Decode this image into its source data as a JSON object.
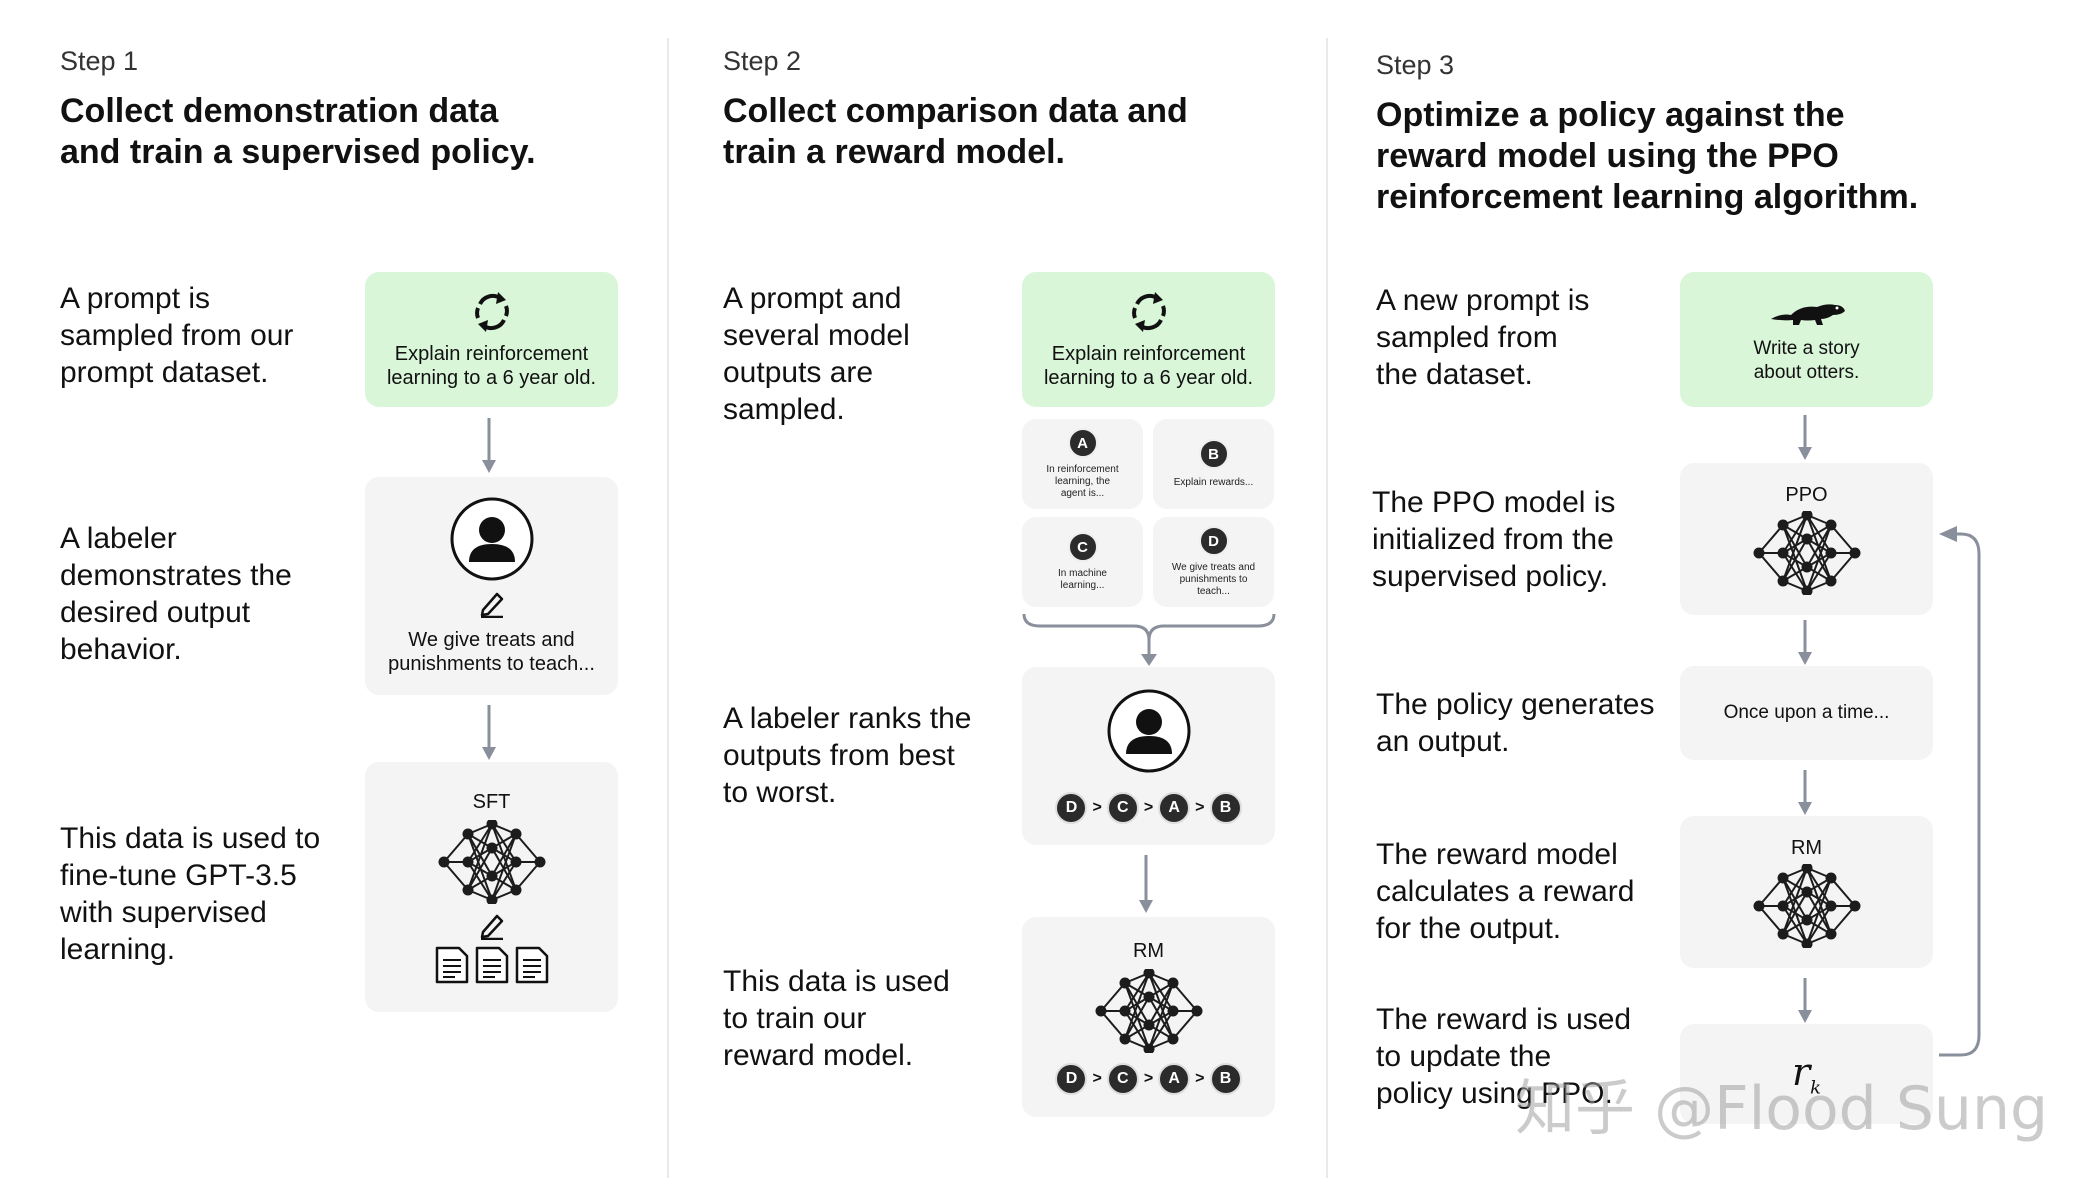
{
  "step1": {
    "step_label": "Step 1",
    "title_line1": "Collect demonstration data",
    "title_line2": "and train a supervised policy.",
    "desc1": [
      "A prompt is",
      "sampled from our",
      "prompt dataset."
    ],
    "desc2": [
      "A labeler",
      "demonstrates the",
      "desired output",
      "behavior."
    ],
    "desc3": [
      "This data is used to",
      "fine-tune GPT-3.5",
      "with supervised",
      "learning."
    ],
    "prompt_box": [
      "Explain reinforcement",
      "learning to a 6 year old."
    ],
    "demo_box": [
      "We give treats and",
      "punishments to teach..."
    ],
    "model_label": "SFT"
  },
  "step2": {
    "step_label": "Step 2",
    "title_line1": "Collect comparison data and",
    "title_line2": "train a reward model.",
    "desc1": [
      "A prompt and",
      "several model",
      "outputs are",
      "sampled."
    ],
    "desc2": [
      "A labeler ranks the",
      "outputs from best",
      "to worst."
    ],
    "desc3": [
      "This data is used",
      "to train our",
      "reward model."
    ],
    "prompt_box": [
      "Explain reinforcement",
      "learning to a 6 year old."
    ],
    "outputs": [
      {
        "letter": "A",
        "text": [
          "In reinforcement",
          "learning, the",
          "agent is..."
        ]
      },
      {
        "letter": "B",
        "text": [
          "Explain rewards..."
        ]
      },
      {
        "letter": "C",
        "text": [
          "In machine",
          "learning..."
        ]
      },
      {
        "letter": "D",
        "text": [
          "We give treats and",
          "punishments to",
          "teach..."
        ]
      }
    ],
    "ranking": [
      "D",
      ">",
      "C",
      ">",
      "A",
      ">",
      "B"
    ],
    "model_label": "RM"
  },
  "step3": {
    "step_label": "Step 3",
    "title_line1": "Optimize a policy against the",
    "title_line2": "reward model using the PPO",
    "title_line3": "reinforcement learning algorithm.",
    "desc1": [
      "A new prompt is",
      "sampled from",
      "the dataset."
    ],
    "desc2": [
      "The PPO model is",
      "initialized from the",
      "supervised policy."
    ],
    "desc3": [
      "The policy generates",
      "an output."
    ],
    "desc4": [
      "The reward model",
      "calculates a reward",
      "for the output."
    ],
    "desc5": [
      "The reward is used",
      "to update the",
      "policy using PPO."
    ],
    "prompt_box": [
      "Write a story",
      "about otters."
    ],
    "ppo_label": "PPO",
    "output_text": "Once upon a time...",
    "rm_label": "RM",
    "reward_symbol": "r",
    "reward_subscript": "k"
  },
  "watermark": "知乎 @Flood Sung",
  "colors": {
    "green_box": "#d9f6d9",
    "grey_box": "#f4f4f4",
    "arrow": "#8a8f9c",
    "node": "#1c1c1c"
  },
  "icons": [
    "refresh-icon",
    "user-icon",
    "pencil-icon",
    "document-icon",
    "neural-net-icon",
    "otter-icon"
  ]
}
